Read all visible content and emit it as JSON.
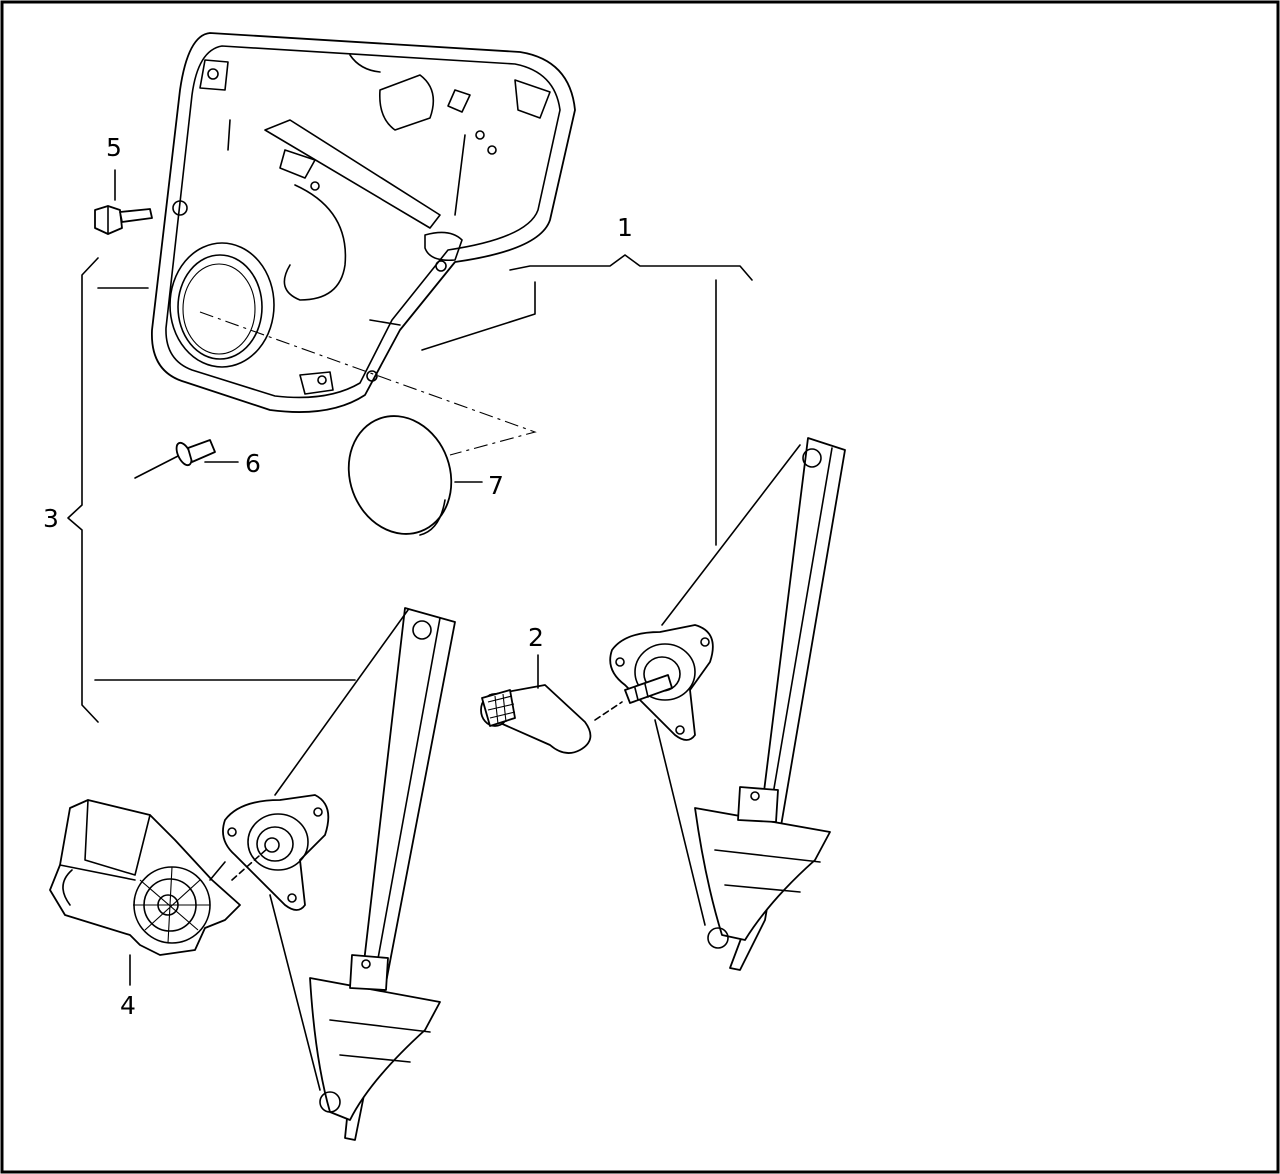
{
  "labels": {
    "regulator_assembly": "1",
    "window_crank": "2",
    "door_module_set": "3",
    "motor": "4",
    "bolt": "5",
    "rivet": "6",
    "cover_cap": "7"
  }
}
